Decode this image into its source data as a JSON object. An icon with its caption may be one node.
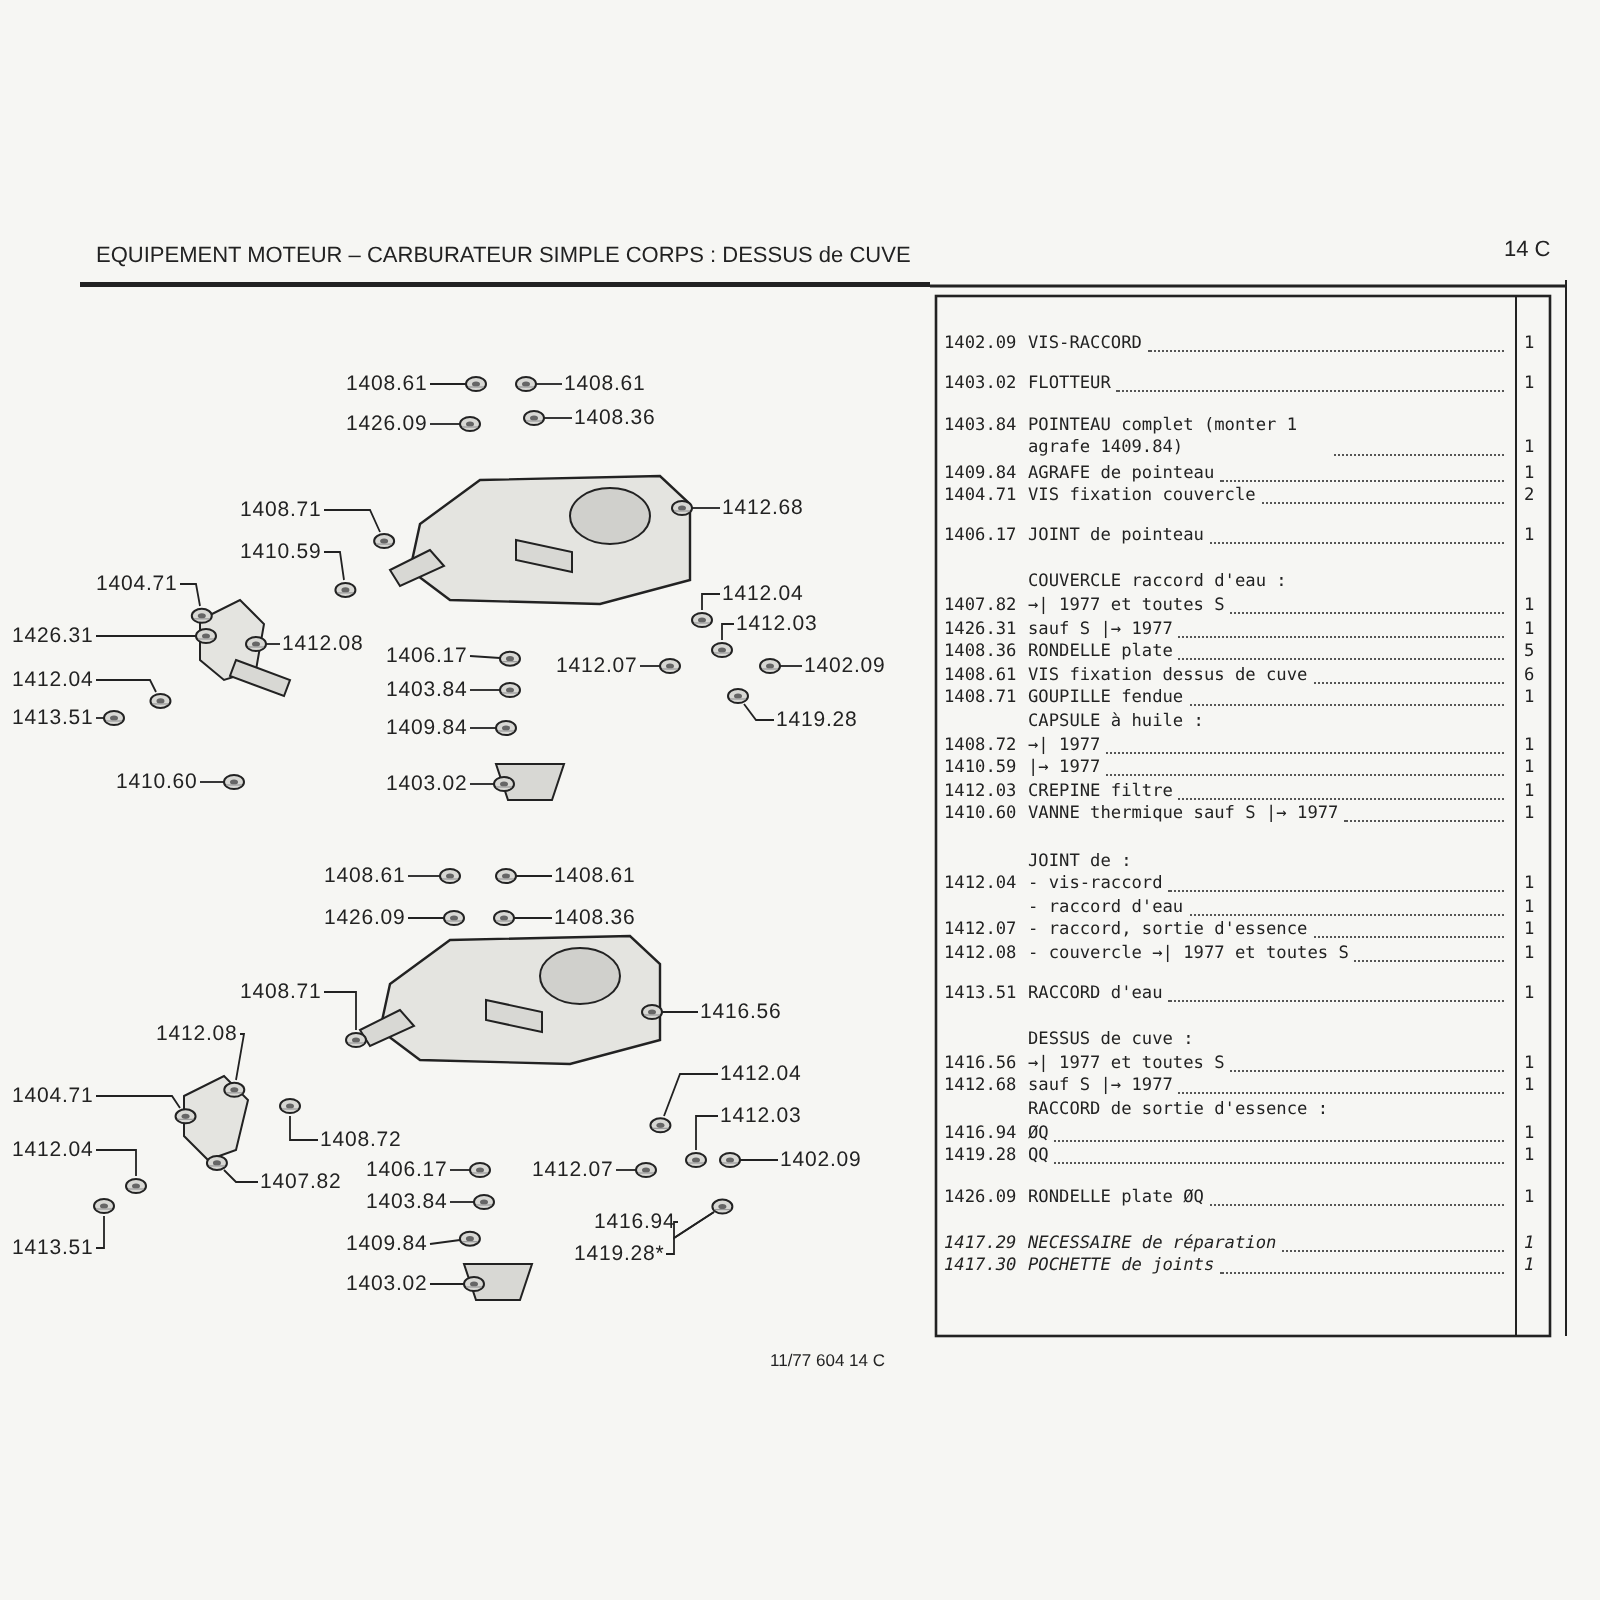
{
  "diagram": {
    "title": "EQUIPEMENT MOTEUR – CARBURATEUR SIMPLE CORPS : DESSUS de CUVE",
    "nodes": [
      {
        "text": [
          "1408.61"
        ]
      },
      {
        "text": [
          "1408.61"
        ]
      },
      {
        "text": [
          "1426.09"
        ]
      },
      {
        "text": [
          "1408.36"
        ]
      },
      {
        "text": [
          "1408.71"
        ]
      },
      {
        "text": [
          "1412.68"
        ]
      },
      {
        "text": [
          "1410.59"
        ]
      },
      {
        "text": [
          "1404.71"
        ]
      },
      {
        "text": [
          "1426.31"
        ]
      },
      {
        "text": [
          "1412.08"
        ]
      },
      {
        "text": [
          "1412.04"
        ]
      },
      {
        "text": [
          "1413.51"
        ]
      },
      {
        "text": [
          "1410.60"
        ]
      },
      {
        "text": [
          "1406.17"
        ]
      },
      {
        "text": [
          "1403.84"
        ]
      },
      {
        "text": [
          "1409.84"
        ]
      },
      {
        "text": [
          "1403.02"
        ]
      },
      {
        "text": [
          "1412.04"
        ]
      },
      {
        "text": [
          "1412.03"
        ]
      },
      {
        "text": [
          "1412.07"
        ]
      },
      {
        "text": [
          "1402.09"
        ]
      },
      {
        "text": [
          "1419.28"
        ]
      },
      {
        "text": [
          "1408.61"
        ]
      },
      {
        "text": [
          "1408.61"
        ]
      },
      {
        "text": [
          "1426.09"
        ]
      },
      {
        "text": [
          "1408.36"
        ]
      },
      {
        "text": [
          "1408.71"
        ]
      },
      {
        "text": [
          "1416.56"
        ]
      },
      {
        "text": [
          "1412.08"
        ]
      },
      {
        "text": [
          "1404.71"
        ]
      },
      {
        "text": [
          "1408.72"
        ]
      },
      {
        "text": [
          "1407.82"
        ]
      },
      {
        "text": [
          "1412.04"
        ]
      },
      {
        "text": [
          "1413.51"
        ]
      },
      {
        "text": [
          "1406.17"
        ]
      },
      {
        "text": [
          "1403.84"
        ]
      },
      {
        "text": [
          "1409.84"
        ]
      },
      {
        "text": [
          "1403.02"
        ]
      },
      {
        "text": [
          "1412.04"
        ]
      },
      {
        "text": [
          "1412.03"
        ]
      },
      {
        "text": [
          "1412.07"
        ]
      },
      {
        "text": [
          "1402.09"
        ]
      },
      {
        "text": [
          "1416.94"
        ]
      },
      {
        "text": [
          "1419.28*"
        ]
      },
      {
        "text": [],
        "shape": "picture"
      },
      {
        "text": [],
        "shape": "picture"
      },
      {
        "text": [],
        "shape": "picture"
      },
      {
        "text": [],
        "shape": "picture"
      },
      {
        "text": [],
        "shape": "picture"
      },
      {
        "text": [],
        "shape": "picture"
      },
      {
        "text": [],
        "shape": "picture"
      },
      {
        "text": [],
        "shape": "picture"
      },
      {
        "text": [],
        "shape": "picture"
      },
      {
        "text": [],
        "shape": "picture"
      },
      {
        "text": [],
        "shape": "picture"
      },
      {
        "text": [],
        "shape": "picture"
      },
      {
        "text": [],
        "shape": "picture"
      },
      {
        "text": [],
        "shape": "picture"
      },
      {
        "text": [],
        "shape": "picture"
      },
      {
        "text": [],
        "shape": "picture"
      },
      {
        "text": [],
        "shape": "picture"
      },
      {
        "text": [],
        "shape": "picture"
      },
      {
        "text": [],
        "shape": "picture"
      },
      {
        "text": [],
        "shape": "picture"
      },
      {
        "text": [],
        "shape": "picture"
      },
      {
        "text": [],
        "shape": "picture"
      },
      {
        "text": [],
        "shape": "picture"
      },
      {
        "text": [],
        "shape": "picture"
      },
      {
        "text": [],
        "shape": "picture"
      },
      {
        "text": [],
        "shape": "picture"
      },
      {
        "text": [],
        "shape": "picture"
      },
      {
        "text": [],
        "shape": "picture"
      },
      {
        "text": [],
        "shape": "picture"
      },
      {
        "text": [],
        "shape": "picture"
      },
      {
        "text": [],
        "shape": "picture"
      },
      {
        "text": [],
        "shape": "picture"
      },
      {
        "text": [],
        "shape": "picture"
      },
      {
        "text": [],
        "shape": "picture"
      },
      {
        "text": [],
        "shape": "picture"
      },
      {
        "text": [],
        "shape": "picture"
      },
      {
        "text": [],
        "shape": "picture"
      },
      {
        "text": [],
        "shape": "picture"
      },
      {
        "text": [],
        "shape": "picture"
      },
      {
        "text": [],
        "shape": "picture"
      },
      {
        "text": [],
        "shape": "picture"
      },
      {
        "text": [],
        "shape": "picture"
      },
      {
        "text": [],
        "shape": "picture"
      }
    ],
    "edges": [
      {
        "from": 0,
        "to": 44,
        "arrow": "none"
      },
      {
        "from": 1,
        "to": 45,
        "arrow": "none"
      },
      {
        "from": 2,
        "to": 46,
        "arrow": "none"
      },
      {
        "from": 3,
        "to": 47,
        "arrow": "none"
      },
      {
        "from": 4,
        "to": 48,
        "arrow": "none"
      },
      {
        "from": 5,
        "to": 49,
        "arrow": "none"
      },
      {
        "from": 6,
        "to": 50,
        "arrow": "none"
      },
      {
        "from": 7,
        "to": 51,
        "arrow": "none"
      },
      {
        "from": 8,
        "to": 52,
        "arrow": "none"
      },
      {
        "from": 9,
        "to": 53,
        "arrow": "none"
      },
      {
        "from": 10,
        "to": 54,
        "arrow": "none"
      },
      {
        "from": 11,
        "to": 55,
        "arrow": "none"
      },
      {
        "from": 12,
        "to": 56,
        "arrow": "none"
      },
      {
        "from": 13,
        "to": 57,
        "arrow": "none"
      },
      {
        "from": 14,
        "to": 58,
        "arrow": "none"
      },
      {
        "from": 15,
        "to": 59,
        "arrow": "none"
      },
      {
        "from": 16,
        "to": 60,
        "arrow": "none"
      },
      {
        "from": 17,
        "to": 61,
        "arrow": "none"
      },
      {
        "from": 18,
        "to": 62,
        "arrow": "none"
      },
      {
        "from": 19,
        "to": 63,
        "arrow": "none"
      },
      {
        "from": 20,
        "to": 64,
        "arrow": "none"
      },
      {
        "from": 21,
        "to": 65,
        "arrow": "none"
      },
      {
        "from": 22,
        "to": 66,
        "arrow": "none"
      },
      {
        "from": 23,
        "to": 67,
        "arrow": "none"
      },
      {
        "from": 24,
        "to": 68,
        "arrow": "none"
      },
      {
        "from": 25,
        "to": 69,
        "arrow": "none"
      },
      {
        "from": 26,
        "to": 70,
        "arrow": "none"
      },
      {
        "from": 27,
        "to": 71,
        "arrow": "none"
      },
      {
        "from": 28,
        "to": 72,
        "arrow": "none"
      },
      {
        "from": 29,
        "to": 73,
        "arrow": "none"
      },
      {
        "from": 30,
        "to": 74,
        "arrow": "none"
      },
      {
        "from": 31,
        "to": 75,
        "arrow": "none"
      },
      {
        "from": 32,
        "to": 76,
        "arrow": "none"
      },
      {
        "from": 33,
        "to": 77,
        "arrow": "none"
      },
      {
        "from": 34,
        "to": 78,
        "arrow": "none"
      },
      {
        "from": 35,
        "to": 79,
        "arrow": "none"
      },
      {
        "from": 36,
        "to": 80,
        "arrow": "none"
      },
      {
        "from": 37,
        "to": 81,
        "arrow": "none"
      },
      {
        "from": 38,
        "to": 82,
        "arrow": "none"
      },
      {
        "from": 39,
        "to": 83,
        "arrow": "none"
      },
      {
        "from": 40,
        "to": 84,
        "arrow": "none"
      },
      {
        "from": 41,
        "to": 85,
        "arrow": "none"
      },
      {
        "from": 42,
        "to": 86,
        "arrow": "none"
      },
      {
        "from": 43,
        "to": 86,
        "arrow": "none"
      }
    ],
    "labels": [
      "14 C",
      "1402.09",
      "VIS-RACCORD",
      "1",
      "1403.02",
      "FLOTTEUR",
      "1",
      "1403.84",
      "POINTEAU complet (monter 1 agrafe 1409.84)",
      "1",
      "1409.84",
      "AGRAFE de pointeau",
      "1",
      "1404.71",
      "VIS fixation couvercle",
      "2",
      "1406.17",
      "JOINT de pointeau",
      "1",
      "COUVERCLE raccord d'eau :",
      "1407.82",
      "→| 1977 et toutes S",
      "1",
      "1426.31",
      "sauf S |→ 1977",
      "1",
      "1408.36",
      "RONDELLE plate",
      "5",
      "1408.61",
      "VIS fixation dessus de cuve",
      "6",
      "1408.71",
      "GOUPILLE fendue",
      "1",
      "CAPSULE à huile :",
      "1408.72",
      "→| 1977",
      "1",
      "1410.59",
      "|→ 1977",
      "1",
      "1412.03",
      "CREPINE filtre",
      "1",
      "1410.60",
      "VANNE thermique sauf S |→ 1977",
      "1",
      "JOINT de :",
      "1412.04",
      "- vis-raccord",
      "1",
      "- raccord d'eau",
      "1",
      "1412.07",
      "- raccord, sortie d'essence",
      "1",
      "1412.08",
      "- couvercle →| 1977 et toutes S",
      "1",
      "1413.51",
      "RACCORD d'eau",
      "1",
      "DESSUS de cuve :",
      "1416.56",
      "→| 1977 et toutes S",
      "1",
      "1412.68",
      "sauf S |→ 1977",
      "1",
      "RACCORD de sortie d'essence :",
      "1416.94",
      "ØQ",
      "1",
      "1419.28",
      "QQ",
      "1",
      "1426.09",
      "RONDELLE plate ØQ",
      "1",
      "1417.29",
      "NECESSAIRE de réparation",
      "1",
      "1417.30",
      "POCHETTE de joints",
      "1",
      "11/77 604 14 C"
    ]
  }
}
